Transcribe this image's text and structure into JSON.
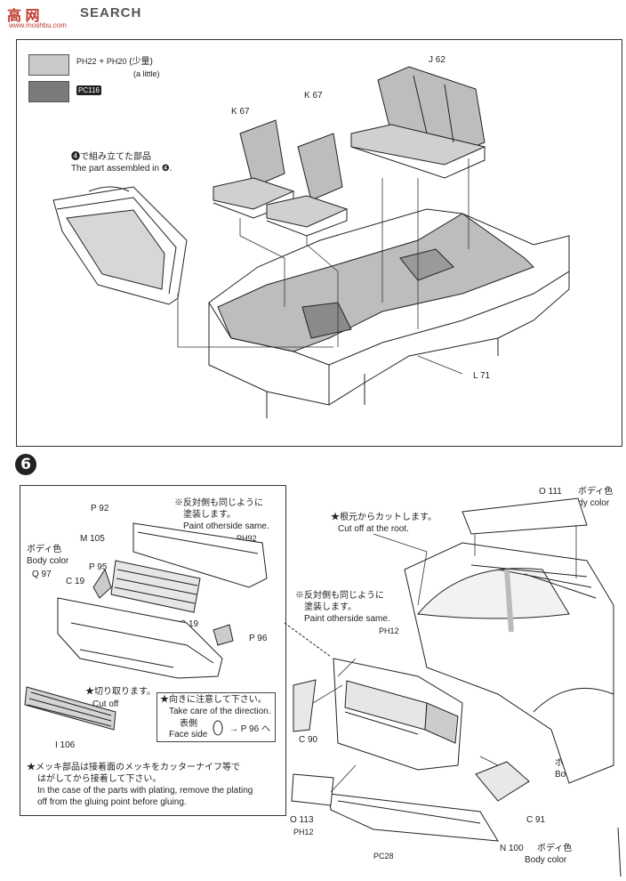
{
  "header": {
    "brand_left": "高 网",
    "brand_right": "SEARCH",
    "site": "www.moshbu.com"
  },
  "legend": {
    "swatch1": {
      "color": "#c9c9c9",
      "code_a": "PH22",
      "plus": "+",
      "code_b": "PH20",
      "jp": "(少量)",
      "en": "(a little)"
    },
    "swatch2": {
      "color": "#7a7a7a",
      "code": "PC116"
    }
  },
  "step5": {
    "note_jp": "❹で組み立てた部品",
    "note_en": "The part assembled in ❹.",
    "labels": {
      "j": "J 62",
      "k1": "K 67",
      "k2": "K 67",
      "l": "L 71"
    }
  },
  "step6": {
    "number": "6",
    "left": {
      "note1_jp": "※反対側も同じように",
      "note1_jp2": "塗装します。",
      "note1_en": "Paint otherside same.",
      "note1_code": "PH92",
      "body_color_jp": "ボディ色",
      "body_color_en": "Body color",
      "labels": {
        "p92": "P 92",
        "m105": "M 105",
        "q97": "Q 97",
        "c19a": "C 19",
        "p95": "P 95",
        "c19b": "C 19",
        "p96": "P 96",
        "i106": "I 106"
      },
      "cut_jp": "★切り取ります。",
      "cut_en": "Cut off",
      "direction_jp": "★向きに注意して下さい。",
      "direction_en": "Take care of the direction.",
      "face_jp": "表側",
      "face_en": "Face side",
      "face_target": "→ P 96 へ",
      "plating_jp": "★メッキ部品は接着面のメッキをカッターナイフ等で",
      "plating_jp2": "はがしてから接着して下さい。",
      "plating_en": "In the case of the parts with plating, remove the plating",
      "plating_en2": "off from the gluing point before gluing."
    },
    "right": {
      "o111": "O 111",
      "o111_jp": "ボディ色",
      "o111_en": "Body color",
      "root_jp": "★根元からカットします。",
      "root_en": "Cut off at the root.",
      "other_jp": "※反対側も同じように",
      "other_jp2": "塗装します。",
      "other_en": "Paint otherside same.",
      "other_code": "PH12",
      "body_jp": "ボディ",
      "body_en": "Body",
      "c90": "C 90",
      "c91": "C 91",
      "o113": "O 113",
      "o113_code": "PH12",
      "pc28": "PC28",
      "n100": "N 100",
      "n100_jp": "ボディ色",
      "n100_en": "Body color"
    }
  }
}
